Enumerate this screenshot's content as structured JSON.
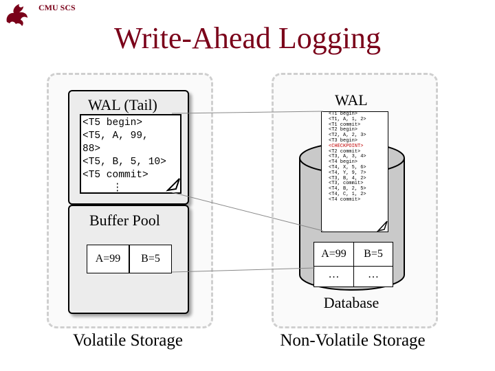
{
  "header": {
    "org": "CMU SCS",
    "title": "Write-Ahead Logging"
  },
  "volatile": {
    "wal_tail": {
      "label": "WAL (Tail)",
      "lines": [
        "<T5 begin>",
        "<T5, A, 99,",
        "88>",
        "<T5, B, 5, 10>",
        "<T5 commit>",
        "     ⋮"
      ]
    },
    "buffer_pool": {
      "label": "Buffer Pool",
      "cells": [
        "A=99",
        "B=5"
      ]
    },
    "label": "Volatile Storage"
  },
  "non_volatile": {
    "wal": {
      "label": "WAL",
      "log": [
        {
          "text": "<T1 begin>",
          "highlight": false
        },
        {
          "text": "<T1, A, 1, 2>",
          "highlight": false
        },
        {
          "text": "<T1 commit>",
          "highlight": false
        },
        {
          "text": "<T2 begin>",
          "highlight": false
        },
        {
          "text": "<T2, A, 2, 3>",
          "highlight": false
        },
        {
          "text": "<T3 begin>",
          "highlight": false
        },
        {
          "text": "<CHECKPOINT>",
          "highlight": true
        },
        {
          "text": "<T2 commit>",
          "highlight": false
        },
        {
          "text": "<T3, A, 3, 4>",
          "highlight": false
        },
        {
          "text": "<T4 begin>",
          "highlight": false
        },
        {
          "text": "<T4, X, 5, 6>",
          "highlight": false
        },
        {
          "text": "<T4, Y, 9, 7>",
          "highlight": false
        },
        {
          "text": "<T3, B, 4, 2>",
          "highlight": false
        },
        {
          "text": "<T3, commit>",
          "highlight": false
        },
        {
          "text": "<T4, B, 2, 5>",
          "highlight": false
        },
        {
          "text": "<T4, C, 1, 2>",
          "highlight": false
        },
        {
          "text": "<T4 commit>",
          "highlight": false
        }
      ]
    },
    "database": {
      "label": "Database",
      "cells": [
        "A=99",
        "B=5",
        "…",
        "…"
      ]
    },
    "label": "Non-Volatile Storage"
  },
  "colors": {
    "title": "#7a0019",
    "disk": "#c9c9c9",
    "zone_border": "#cfcfcf",
    "panel": "#ececec",
    "checkpoint": "#c00000"
  }
}
